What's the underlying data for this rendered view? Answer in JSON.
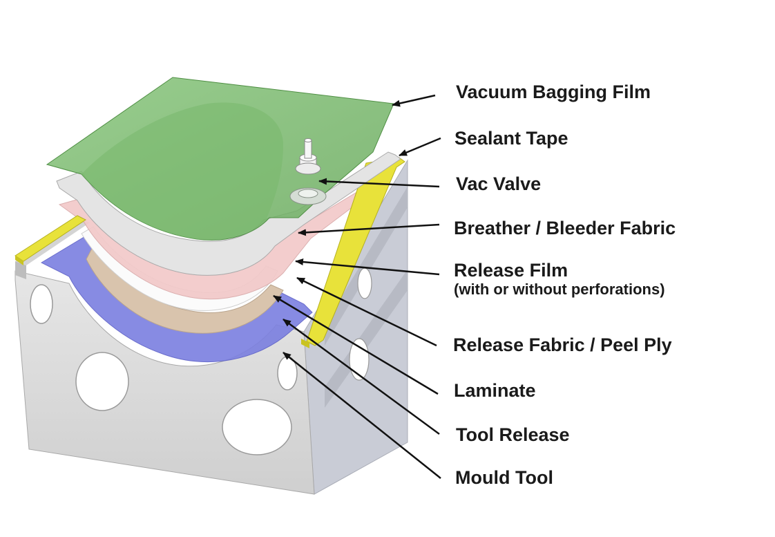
{
  "labels": {
    "vacuum_bagging_film": "Vacuum Bagging Film",
    "sealant_tape": "Sealant Tape",
    "vac_valve": "Vac Valve",
    "breather_bleeder_fabric": "Breather / Bleeder Fabric",
    "release_film": "Release Film",
    "release_film_note": "(with or without perforations)",
    "release_fabric_peel_ply": "Release Fabric / Peel Ply",
    "laminate": "Laminate",
    "tool_release": "Tool Release",
    "mould_tool": "Mould Tool"
  },
  "colors": {
    "bagging_film": "#7dbb6e",
    "sealant_tape": "#e8e23a",
    "breather": "#e4e4e4",
    "release_film": "#f2c9c9",
    "peel_ply": "#ffffff",
    "laminate": "#d9c4ad",
    "tool_release": "#7b7fe0",
    "mould_tool": "#d8d8d8"
  }
}
